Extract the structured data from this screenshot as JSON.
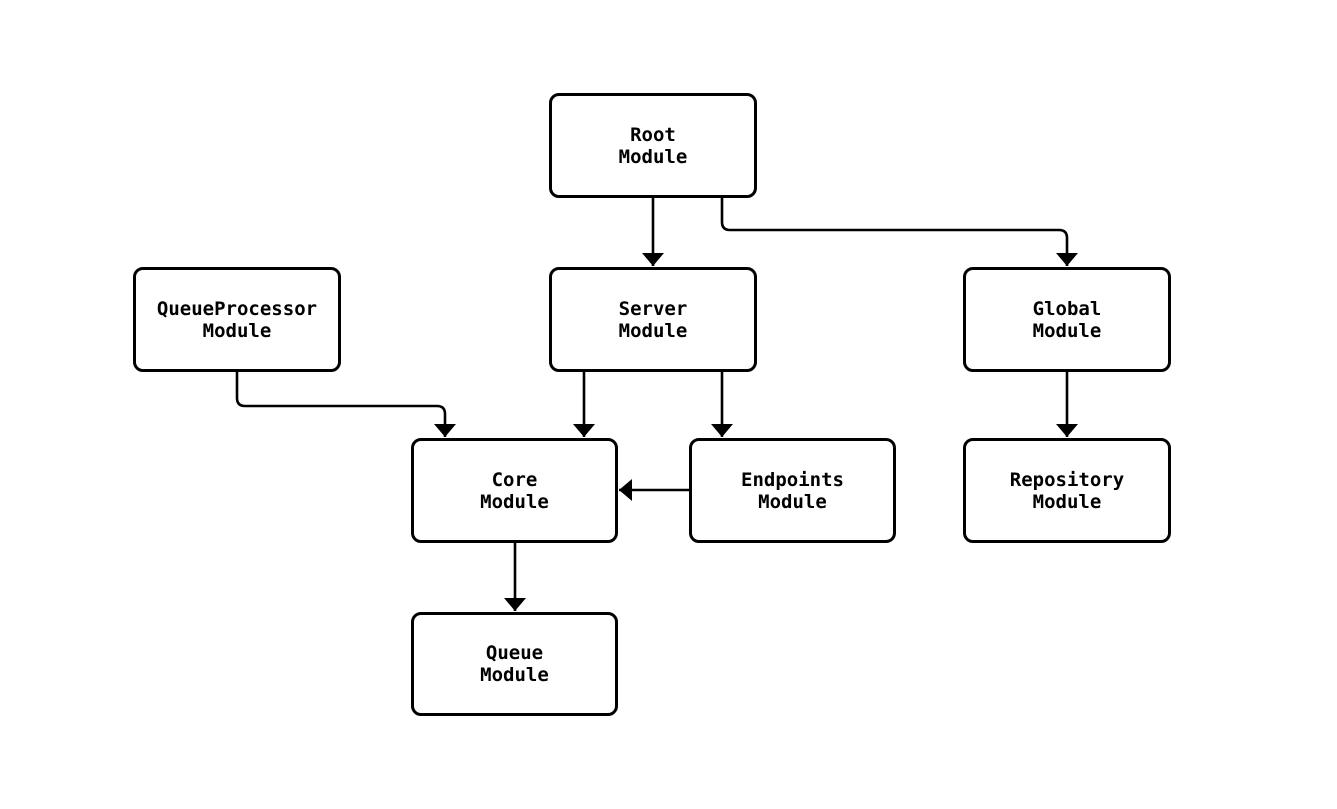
{
  "diagram": {
    "type": "module-dependency-graph",
    "nodes": {
      "root": {
        "label": "Root\nModule"
      },
      "queueprocessor": {
        "label": "QueueProcessor\nModule"
      },
      "server": {
        "label": "Server\nModule"
      },
      "global": {
        "label": "Global\nModule"
      },
      "core": {
        "label": "Core\nModule"
      },
      "endpoints": {
        "label": "Endpoints\nModule"
      },
      "repository": {
        "label": "Repository\nModule"
      },
      "queue": {
        "label": "Queue\nModule"
      }
    },
    "edges": [
      {
        "from": "Root Module",
        "to": "Server Module"
      },
      {
        "from": "Root Module",
        "to": "Global Module"
      },
      {
        "from": "QueueProcessor Module",
        "to": "Core Module"
      },
      {
        "from": "Server Module",
        "to": "Core Module"
      },
      {
        "from": "Server Module",
        "to": "Endpoints Module"
      },
      {
        "from": "Endpoints Module",
        "to": "Core Module"
      },
      {
        "from": "Global Module",
        "to": "Repository Module"
      },
      {
        "from": "Core Module",
        "to": "Queue Module"
      }
    ],
    "colors": {
      "background": "#ffffff",
      "node_fill": "#ffffff",
      "stroke": "#000000",
      "text": "#000000"
    }
  }
}
